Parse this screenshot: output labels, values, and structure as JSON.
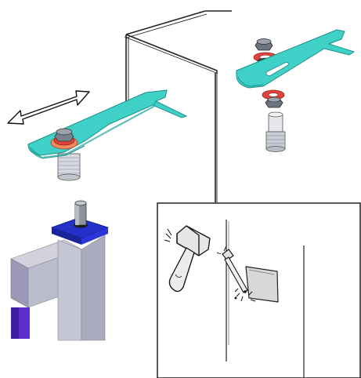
{
  "illustration": {
    "parts": [
      "appliance-outline",
      "bracket-left-assembled",
      "slide-direction-arrow",
      "bracket-right-exploded",
      "frame-post-corner",
      "detail-inset-chisel"
    ],
    "colors": {
      "bracket": "#3fd0c8",
      "bracket_edge": "#1e8f8a",
      "washer_red": "#e0433c",
      "washer_orange": "#f08a5d",
      "nut_grey": "#6c7480",
      "threaded_sleeve": "#c9ced6",
      "frame_blue": "#2431c8",
      "frame_grey": "#b9bccb",
      "frame_purple": "#5d2fd0",
      "outline": "#222222"
    }
  }
}
